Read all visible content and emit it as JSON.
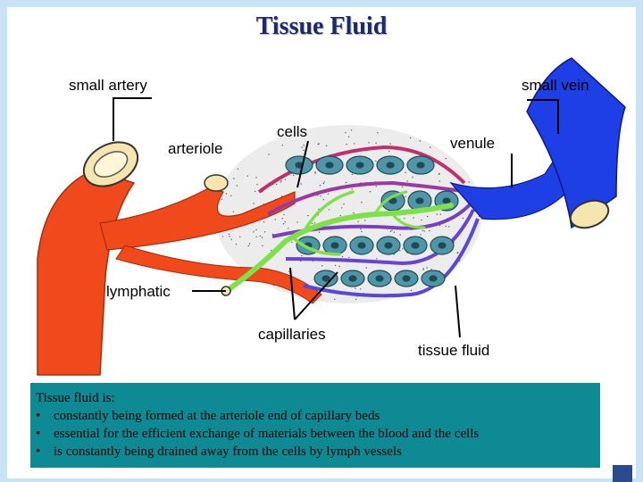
{
  "title": "Tissue Fluid",
  "labels": {
    "small_artery": "small artery",
    "small_vein": "small vein",
    "arteriole": "arteriole",
    "cells": "cells",
    "venule": "venule",
    "lymphatic": "lymphatic",
    "capillaries": "capillaries",
    "tissue_fluid": "tissue fluid"
  },
  "info": {
    "heading": "Tissue fluid is:",
    "bullet_symbol": "•",
    "bullets": [
      "constantly being formed at the arteriole end of capillary beds",
      "essential for the efficient exchange of materials between the blood and the cells",
      "is constantly being drained away from the cells by lymph vessels"
    ]
  },
  "colors": {
    "artery": "#f04a1c",
    "vein": "#1f3fe6",
    "lymph": "#7fe04a",
    "cell": "#4f97a8",
    "info_bg": "#0d8a94",
    "title": "#1c2a6b"
  }
}
